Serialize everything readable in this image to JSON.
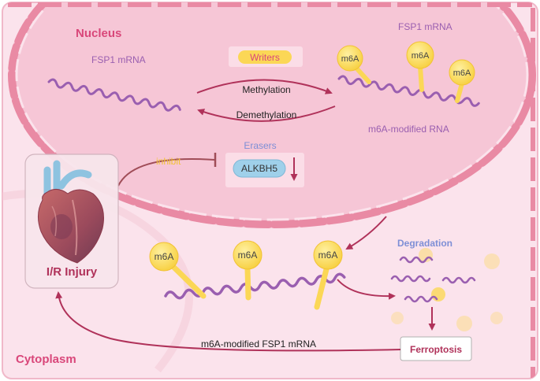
{
  "nucleus": {
    "title": "Nucleus",
    "left_mrna_label": "FSP1 mRNA",
    "right_mrna_label": "FSP1 mRNA",
    "writers_label": "Writers",
    "methylation_label": "Methylation",
    "demethylation_label": "Demethylation",
    "modified_rna_label": "m6A-modified RNA",
    "erasers_label": "Erasers",
    "alkbh5_label": "ALKBH5"
  },
  "injury": {
    "label": "I/R Injury",
    "inhibit_label": "inhibit"
  },
  "cytoplasm": {
    "title": "Cytoplasm",
    "modified_fsp1_label": "m6A-modified FSP1 mRNA",
    "degradation_label": "Degradation",
    "ferroptosis_label": "Ferroptosis"
  },
  "m6a_tag": "m6A",
  "colors": {
    "nucleus_fill": "#f6c6d6",
    "cell_fill": "#fbe3ec",
    "membrane": "#e98aa4",
    "title": "#d9477a",
    "mrna": "#9a5fb0",
    "m6a": "#fbd756",
    "arrow": "#b0325a",
    "eraser": "#9fd0ea",
    "degradation": "#7e8fd6",
    "inhibit": "#f2c233"
  }
}
